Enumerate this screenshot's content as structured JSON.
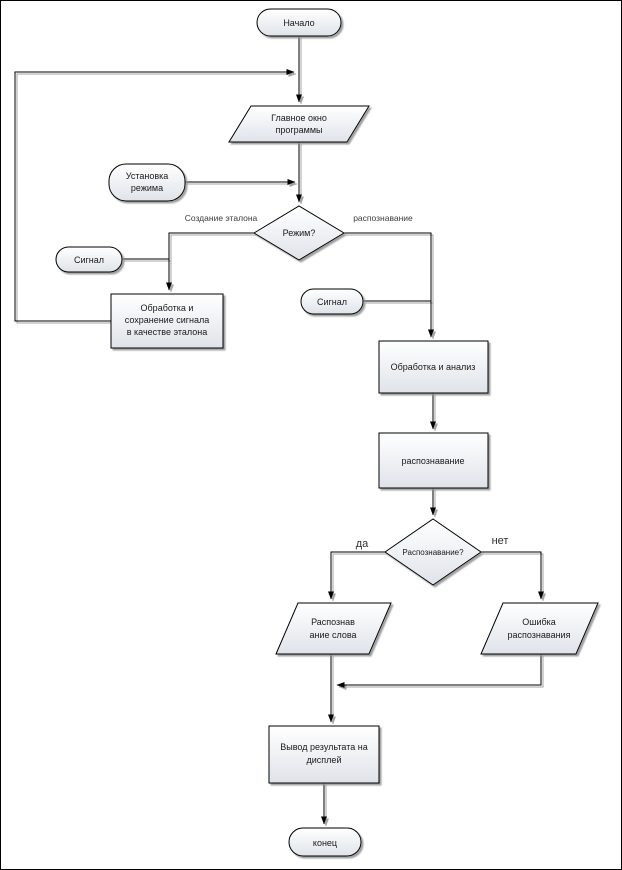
{
  "diagram": {
    "type": "flowchart",
    "language": "ru",
    "colors": {
      "stroke": "#000000",
      "node_fill_top": "#ffffff",
      "node_fill_bottom": "#dfe3e9",
      "shadow": "#8f8f8f",
      "background": "#ffffff",
      "edge_label_color": "#3c3c3c"
    },
    "nodes": {
      "start": {
        "label": "Начало",
        "shape": "terminator"
      },
      "main_window": {
        "lines": [
          "Главное окно",
          "программы"
        ],
        "shape": "parallelogram"
      },
      "set_mode": {
        "lines": [
          "Установка",
          "режима"
        ],
        "shape": "terminator"
      },
      "mode_decision": {
        "label": "Режим?",
        "shape": "decision"
      },
      "signal_left": {
        "label": "Сигнал",
        "shape": "terminator"
      },
      "process_save": {
        "lines": [
          "Обработка и",
          "сохранение сигнала",
          "в качестве эталона"
        ],
        "shape": "process"
      },
      "signal_right": {
        "label": "Сигнал",
        "shape": "terminator"
      },
      "process_analyze": {
        "label": "Обработка и анализ",
        "shape": "process"
      },
      "recognition_step": {
        "label": "распознавание",
        "shape": "process"
      },
      "recognition_decision": {
        "label": "Распознавание?",
        "shape": "decision"
      },
      "recognized_word": {
        "lines": [
          "Распознав",
          "ание слова"
        ],
        "shape": "parallelogram"
      },
      "recognition_error": {
        "lines": [
          "Ошибка",
          "распознавания"
        ],
        "shape": "parallelogram"
      },
      "output_display": {
        "lines": [
          "Вывод результата на",
          "дисплей"
        ],
        "shape": "process"
      },
      "end": {
        "label": "конец",
        "shape": "terminator"
      }
    },
    "edge_labels": {
      "mode_left": "Создание эталона",
      "mode_right": "распознавание",
      "yes": "да",
      "no": "нет"
    }
  }
}
